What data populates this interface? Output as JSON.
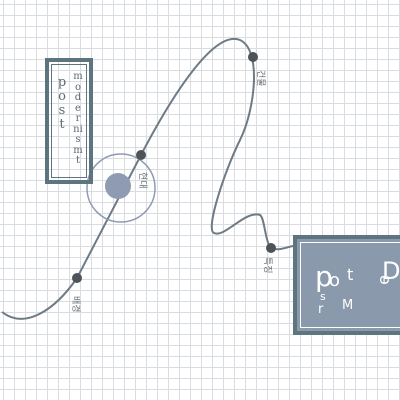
{
  "colors": {
    "line": "#6e7a84",
    "node": "#4d5358",
    "box_border": "#5e7580",
    "panel_fill": "#8a99ac",
    "focus_fill": "#8e9bb2",
    "grid": "#d9dde2"
  },
  "labels": {
    "architecture": "건물",
    "period": "현대",
    "feature": "특징",
    "background": "배경"
  },
  "box1": {
    "col1": "post",
    "col2": "modernismt"
  },
  "box2": {
    "p": "p",
    "o": "o",
    "t": "t",
    "s": "s",
    "r": "r",
    "m": "M",
    "e": "e",
    "d": "D"
  }
}
